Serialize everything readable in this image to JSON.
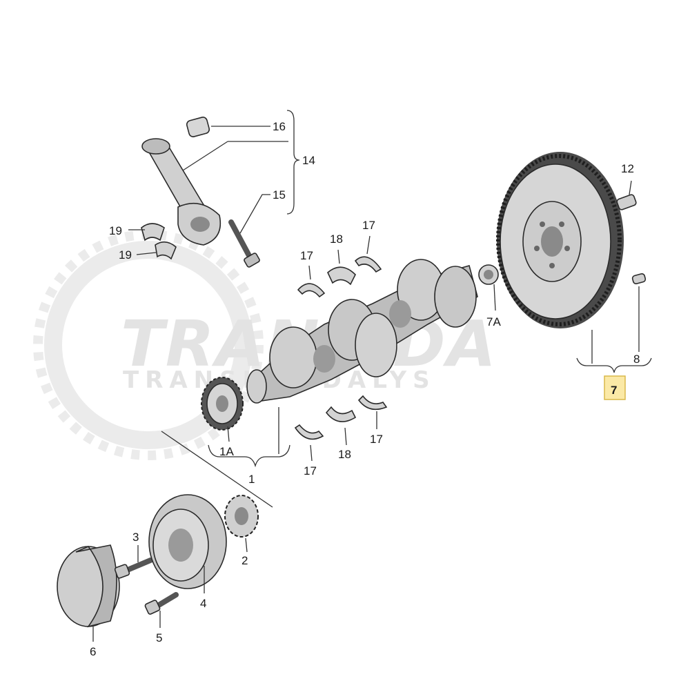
{
  "watermark": {
    "logo_text": "TRANSIDA",
    "sub_text": "TRANSIDA DALYS"
  },
  "colors": {
    "highlight_box": "#fbe9a6",
    "highlight_border": "#d9b84a",
    "part_fill": "#d7d7d7",
    "part_dark": "#8a8a8a",
    "watermark": "#e6e6e6"
  },
  "labels": {
    "l16": "16",
    "l14": "14",
    "l15": "15",
    "l19a": "19",
    "l19b": "19",
    "l18top": "18",
    "l17top": "17",
    "l17left": "17",
    "l12": "12",
    "l7a": "7A",
    "l8": "8",
    "l7": "7",
    "l1a": "1A",
    "l1": "1",
    "l17bot": "17",
    "l18bot": "18",
    "l17botright": "17",
    "l3": "3",
    "l2": "2",
    "l4": "4",
    "l5": "5",
    "l6": "6"
  }
}
